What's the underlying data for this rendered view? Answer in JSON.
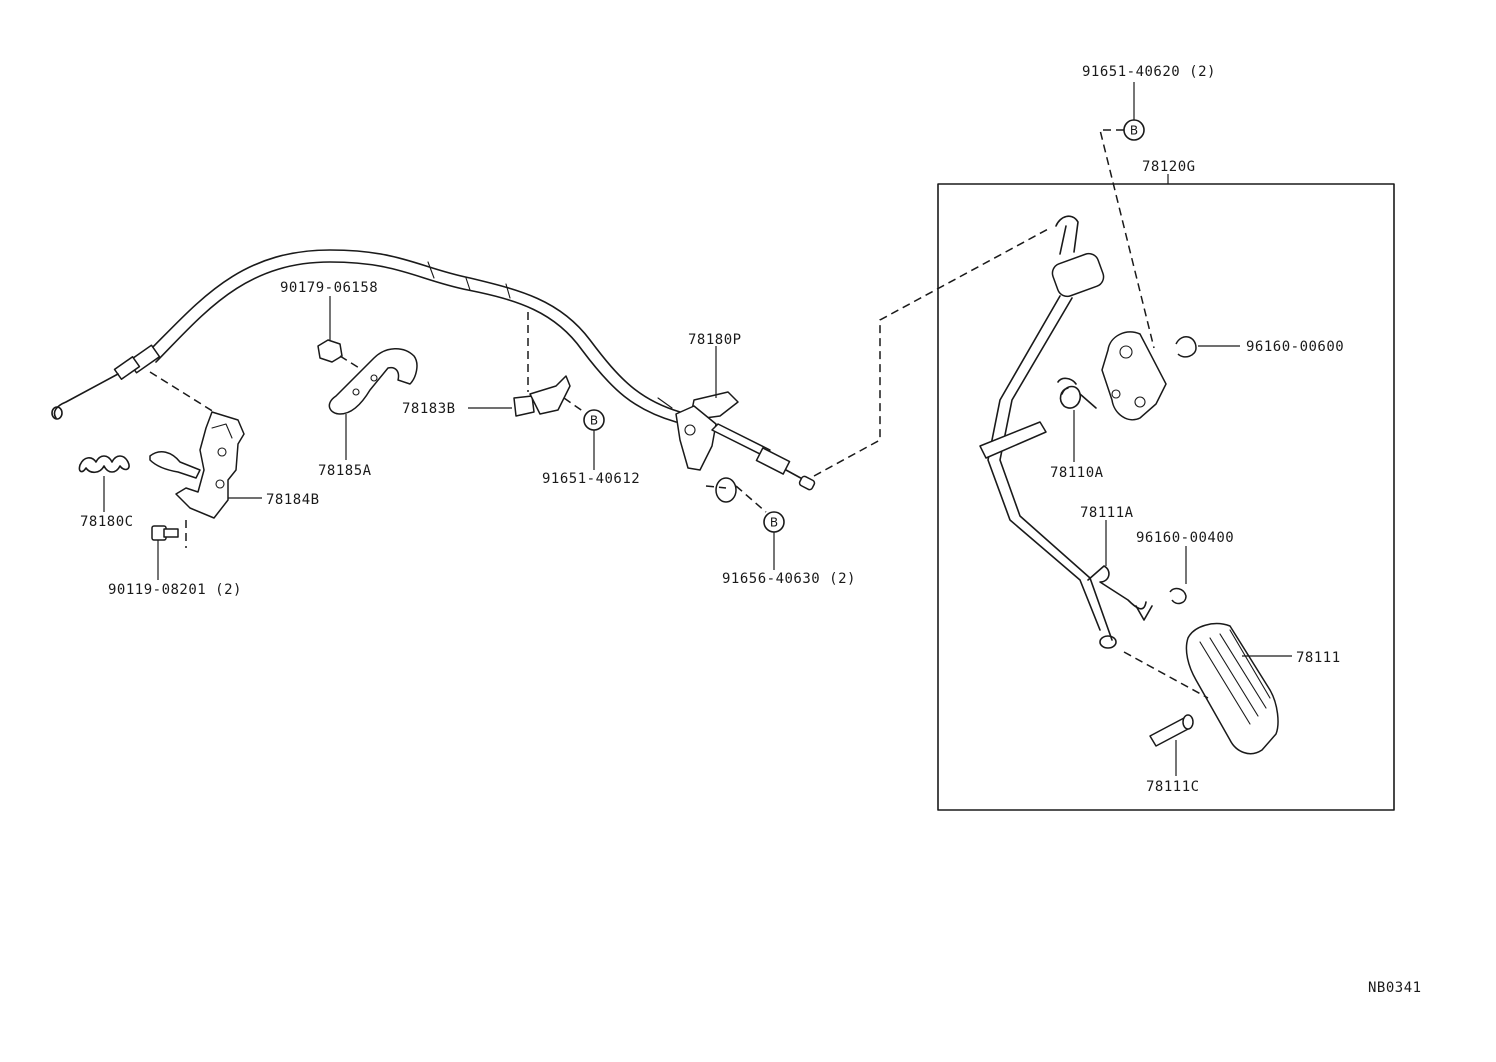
{
  "labels": {
    "p91651_40620": "91651-40620 (2)",
    "p78120G": "78120G",
    "p96160_00600": "96160-00600",
    "p90179_06158": "90179-06158",
    "p78180P": "78180P",
    "p78183B": "78183B",
    "p78185A": "78185A",
    "p91651_40612": "91651-40612",
    "p78110A": "78110A",
    "p78184B": "78184B",
    "p78180C": "78180C",
    "p90119_08201": "90119-08201 (2)",
    "p91656_40630": "91656-40630 (2)",
    "p78111A": "78111A",
    "p96160_00400": "96160-00400",
    "p78111": "78111",
    "p78111C": "78111C",
    "diagram_code": "NB0341"
  },
  "callout_letter": "B"
}
